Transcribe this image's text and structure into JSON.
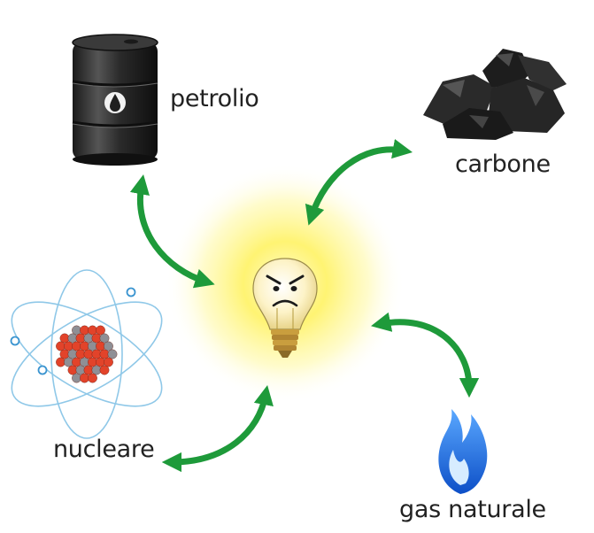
{
  "labels": {
    "petrolio": "petrolio",
    "carbone": "carbone",
    "nucleare": "nucleare",
    "gas": "gas naturale"
  },
  "icons": {
    "center": "frowning-light-bulb-icon",
    "petrolio": "oil-barrel-icon",
    "carbone": "coal-lumps-icon",
    "nucleare": "atom-icon",
    "gas": "blue-flame-icon"
  },
  "colors": {
    "arrow": "#1e9a3a",
    "glow": "#fff36b",
    "barrel": "#2b2b2b",
    "coal": "#1c1c1c",
    "flame": "#1e6fe0",
    "proton": "#e2432a",
    "neutron": "#8f8f95",
    "orbit": "#8fc8e8"
  }
}
